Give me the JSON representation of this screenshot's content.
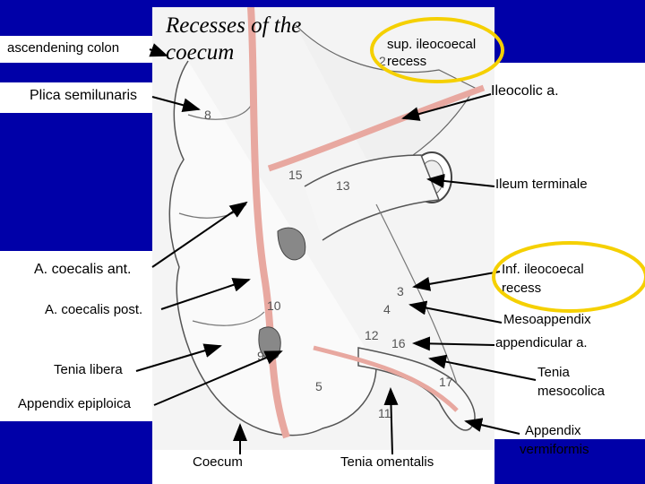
{
  "title": {
    "line1": "Recesses of the",
    "line2": "coecum"
  },
  "labels": {
    "ascending_colon": "ascendening colon",
    "plica_semilunaris": "Plica semilunaris",
    "sup_recess_line1": "sup. ileocoecal",
    "sup_recess_line2": "recess",
    "ileocolic": "Ileocolic a.",
    "ileum_terminale": "Ileum terminale",
    "a_coecalis_ant": "A. coecalis ant.",
    "inf_recess_line1": "Inf. ileocoecal",
    "inf_recess_line2": "recess",
    "a_coecalis_post": "A. coecalis post.",
    "mesoappendix": "Mesoappendix",
    "appendicular": "appendicular a.",
    "tenia_libera": "Tenia libera",
    "tenia_mesocolica_line1": "Tenia",
    "tenia_mesocolica_line2": "mesocolica",
    "appendix_epiploica": "Appendix epiploica",
    "appendix_vermiformis_line1": "Appendix",
    "appendix_vermiformis_line2": "vermiformis",
    "coecum": "Coecum",
    "tenia_omentalis": "Tenia omentalis"
  },
  "figure_numbers": [
    "2",
    "8",
    "15",
    "13",
    "3",
    "10",
    "4",
    "12",
    "16",
    "9",
    "5",
    "17",
    "11"
  ],
  "colors": {
    "background": "#0000a8",
    "highlight": "#f5d000",
    "artery": "#e8a8a0",
    "arrow": "#000000"
  }
}
